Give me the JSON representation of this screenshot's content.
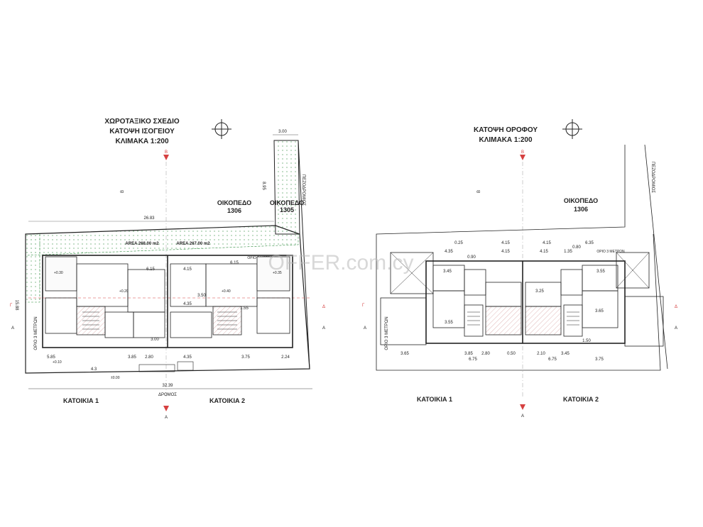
{
  "watermark": "OFFER.com.cy",
  "left_plan": {
    "title_line1": "ΧΩΡΟΤΑΞΙΚΟ ΣΧΕΔΙΟ",
    "title_line2": "ΚΑΤΟΨΗ ΙΣΟΓΕΙΟΥ",
    "scale": "ΚΛΙΜΑΚΑ 1:200",
    "plot_label": "ΟΙΚΟΠΕΔΟ",
    "plot_number": "1306",
    "plot2_label": "ΟΙΚΟΠΕΔΟ",
    "plot2_number": "1305",
    "road_label": "ΔΡΟΜΟΣ",
    "footpath_label": "ΠΕΖΟΔΡΟΜΙΟΣ",
    "setback_label": "ΟΡΙΟ 3 ΜΕΤΡΩΝ",
    "setback_label_side": "ΟΡΙΟ 3 ΜΕΤΡΩΝ",
    "area1": "AREA 268.00 m2",
    "area2": "AREA 267.00 m2",
    "house1": "ΚΑΤΟΙΚΙΑ 1",
    "house2": "ΚΑΤΟΙΚΙΑ 2",
    "section_b": "B",
    "section_a": "A",
    "section_g": "Γ",
    "section_d": "Δ",
    "dims": {
      "top_width": "3.00",
      "east_len": "8.95",
      "plot_width": "26.83",
      "road_width": "32.39",
      "west_len": "15.88",
      "d1": "6.15",
      "d2": "4.15",
      "d3": "6.15",
      "d4": "4.35",
      "d5": "3.75",
      "d6": "5.85",
      "d7": "4.35",
      "d8": "3.75",
      "d9": "3.00",
      "d10": "3.50",
      "d11": "3.85",
      "d12": "2.80",
      "d13": "1.55",
      "d14": "2.24",
      "d15": "4.3"
    },
    "levels": {
      "l1": "+0.30",
      "l2": "+0.20",
      "l3": "+0.40",
      "l4": "+0.35",
      "l5": "+0.10",
      "l6": "±0.00"
    }
  },
  "right_plan": {
    "title_line1": "ΚΑΤΟΨΗ ΟΡΟΦΟΥ",
    "scale": "ΚΛΙΜΑΚΑ 1:200",
    "plot_label": "ΟΙΚΟΠΕΔΟ",
    "plot_number": "1306",
    "footpath_label": "ΠΕΖΟΔΡΟΜΙΟΣ",
    "setback_label": "ΟΡΙΟ 3 ΜΕΤΡΩΝ",
    "setback_label_side": "ΟΡΙΟ 3 ΜΕΤΡΩΝ",
    "house1": "ΚΑΤΟΙΚΙΑ 1",
    "house2": "ΚΑΤΟΙΚΙΑ 2",
    "section_b": "B",
    "section_a": "A",
    "section_g": "Γ",
    "section_d": "Δ",
    "dims": {
      "d1": "0.25",
      "d2": "4.15",
      "d3": "4.15",
      "d4": "6.35",
      "d5": "4.35",
      "d6": "0.90",
      "d7": "4.15",
      "d8": "4.15",
      "d9": "1.35",
      "d10": "0.80",
      "d11": "3.45",
      "d12": "3.55",
      "d13": "3.65",
      "d14": "3.65",
      "d15": "2.80",
      "d16": "0.50",
      "d17": "2.10",
      "d18": "3.45",
      "d19": "6.75",
      "d20": "6.75",
      "d21": "3.75",
      "d22": "3.85",
      "d23": "3.25",
      "d24": "1.50"
    }
  }
}
